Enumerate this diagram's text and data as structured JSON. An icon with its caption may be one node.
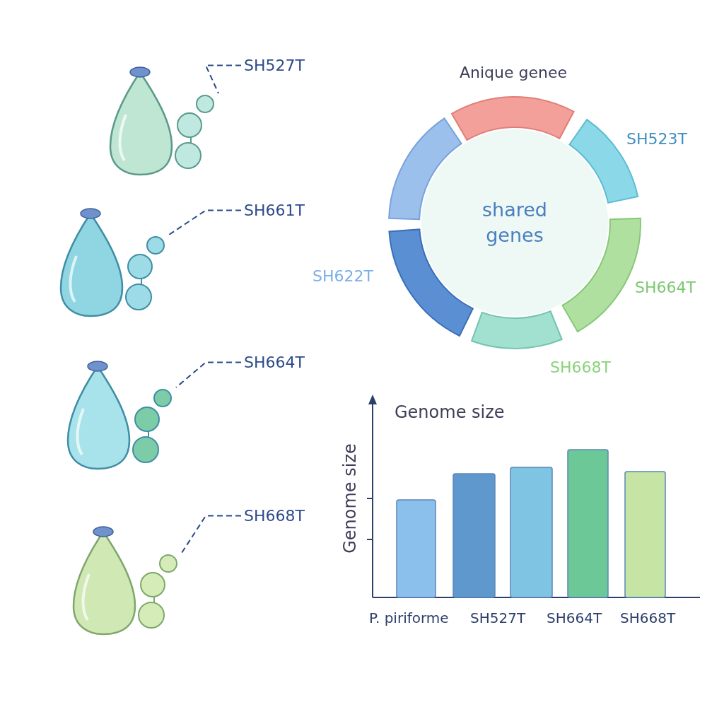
{
  "diagram": {
    "nodes": [
      {
        "text": [],
        "shape": "picture"
      },
      {
        "text": [
          "SH527T"
        ]
      },
      {
        "text": [],
        "shape": "picture"
      },
      {
        "text": [
          "SH661T"
        ]
      },
      {
        "text": [],
        "shape": "picture"
      },
      {
        "text": [
          "SH664T"
        ]
      },
      {
        "text": [],
        "shape": "picture"
      },
      {
        "text": [
          "SH668T"
        ]
      },
      {
        "text": [
          "shared genes"
        ]
      }
    ],
    "edges": [
      {
        "from": 1,
        "to": 0,
        "arrow": "none",
        "style": "dashed"
      },
      {
        "from": 3,
        "to": 2,
        "arrow": "none",
        "style": "dashed"
      },
      {
        "from": 5,
        "to": 4,
        "arrow": "none",
        "style": "dashed"
      },
      {
        "from": 7,
        "to": 6,
        "arrow": "none",
        "style": "dashed"
      }
    ],
    "labels": [
      "Anique genee",
      "SH523T",
      "SH622T",
      "SH664T",
      "SH668T",
      "Genome size",
      "Genome size",
      "P. piriforme",
      "SH527T",
      "SH664T",
      "SH668T"
    ]
  }
}
